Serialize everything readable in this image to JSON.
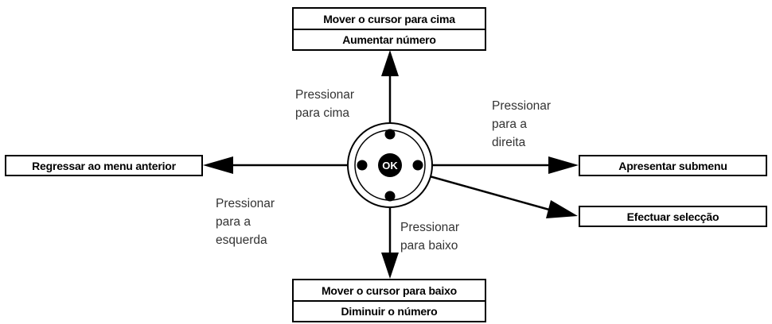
{
  "up_box": {
    "line1": "Mover o cursor para cima",
    "line2": "Aumentar número"
  },
  "down_box": {
    "line1": "Mover o cursor para baixo",
    "line2": "Diminuir o número"
  },
  "left_box": {
    "label": "Regressar ao menu anterior"
  },
  "right_box": {
    "label": "Apresentar submenu"
  },
  "ok_box": {
    "label": "Efectuar selecção"
  },
  "labels": {
    "up": "Pressionar\npara cima",
    "right": "Pressionar\npara a\ndireita",
    "left": "Pressionar\npara a\nesquerda",
    "down": "Pressionar\npara baixo"
  },
  "ok_button": {
    "text": "OK"
  }
}
